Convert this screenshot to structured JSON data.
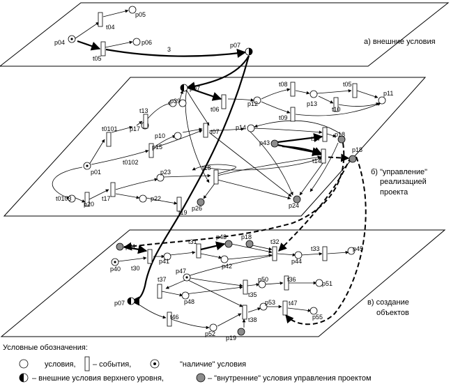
{
  "levels": {
    "a": "а) внешние условия",
    "b_line1": "б) \"управление\"",
    "b_line2": "реализацией",
    "b_line3": "проекта",
    "c_line1": "в) создание",
    "c_line2": "объектов"
  },
  "arc_weight": "3",
  "places": {
    "p04": "p04",
    "p05": "p05",
    "p06": "p06",
    "p07": "p07",
    "p17": "p17",
    "p10": "p10",
    "p15": "p15",
    "p01": "p01",
    "p20": "p20",
    "p23": "p23",
    "p22": "p22",
    "p26": "p26",
    "p39": "p39",
    "p12": "p12",
    "p13": "p13",
    "p11": "p11",
    "p14": "p14",
    "p43": "p43",
    "p18": "p18",
    "p24": "p24",
    "p21": "p21",
    "p40": "p40",
    "p41": "p41",
    "p42": "p42",
    "p44": "p44",
    "p45": "p45",
    "p47": "p47",
    "p48": "p48",
    "p50": "p50",
    "p51": "p51",
    "p53": "p53",
    "p55": "p55",
    "p52": "p52",
    "p19": "p19"
  },
  "transitions": {
    "t04": "t04",
    "t05": "t05",
    "t06": "t06",
    "t07": "t07",
    "t08": "t08",
    "t09": "t09",
    "t10": "t10",
    "t13": "t13",
    "t14": "t14",
    "t0101": "t0101",
    "t0102": "t0102",
    "t0103": "t0103",
    "t17": "t17",
    "t18": "t18",
    "t19": "t19",
    "t30": "t30",
    "t31": "t31",
    "t32": "t32",
    "t33": "t33",
    "t37": "t37",
    "t35": "t35",
    "t36": "t36",
    "t38": "t38",
    "t46": "t46",
    "t47": "t47"
  },
  "legend": {
    "title": "Условные обозначения:",
    "conditions": "условия,",
    "events": "– события,",
    "presence": "\"наличие\" условия",
    "external": "– внешние условия верхнего уровня,",
    "internal": "– \"внутренние\" условия управления проектом"
  }
}
